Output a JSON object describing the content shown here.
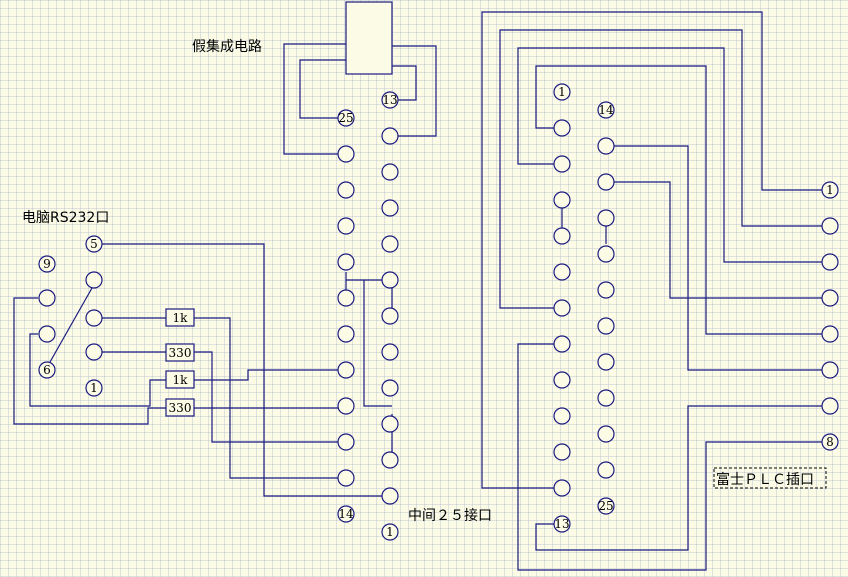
{
  "labels": {
    "fake_ic": "假集成电路",
    "pc_rs232": "电脑RS232口",
    "middle_25": "中间２５接口",
    "fuji_plc": "富士ＰＬＣ插口"
  },
  "pin_numbers": {
    "pc": {
      "p9": "9",
      "p5": "5",
      "p6": "6",
      "p1": "1"
    },
    "mid": {
      "p25": "25",
      "p13": "13",
      "p14": "14",
      "p1": "1"
    },
    "plc_conn": {
      "p1": "1",
      "p14": "14",
      "p13": "13",
      "p25": "25"
    },
    "plc_right": {
      "p1": "1",
      "p8": "8"
    }
  },
  "resistors": {
    "r1": "1k",
    "r2": "330",
    "r3": "1k",
    "r4": "330"
  }
}
